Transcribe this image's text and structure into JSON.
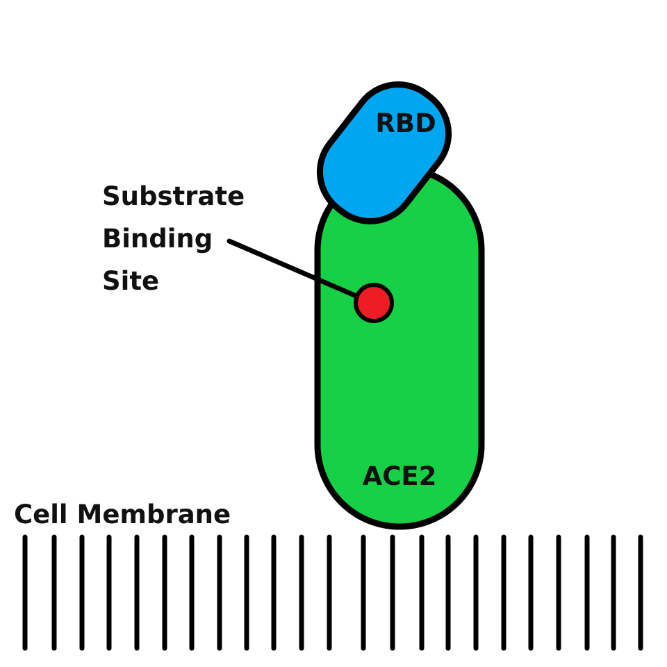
{
  "labels": {
    "rbd": "RBD",
    "ace2": "ACE2",
    "substrate_line1": "Substrate",
    "substrate_line2": "Binding",
    "substrate_line3": "Site",
    "membrane": "Cell Membrane"
  },
  "colors": {
    "rbd": "#00A6F0",
    "ace2": "#16D146",
    "binding_site": "#EE1C24",
    "outline": "#000000"
  }
}
